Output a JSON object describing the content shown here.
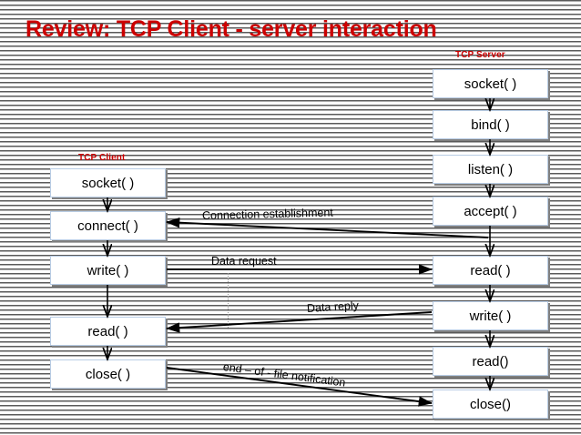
{
  "slide": {
    "title": "Review: TCP Client - server interaction",
    "title_color": "#CC0000",
    "background": "striped-horizontal-lines"
  },
  "columns": {
    "client": {
      "label": "TCP Client",
      "label_color": "#CC0000",
      "steps": [
        {
          "name": "socket",
          "text": "socket( )"
        },
        {
          "name": "connect",
          "text": "connect( )"
        },
        {
          "name": "write",
          "text": "write( )"
        },
        {
          "name": "read",
          "text": "read( )"
        },
        {
          "name": "close",
          "text": "close( )"
        }
      ]
    },
    "server": {
      "label": "TCP Server",
      "label_color": "#CC0000",
      "steps": [
        {
          "name": "socket",
          "text": "socket( )"
        },
        {
          "name": "bind",
          "text": "bind( )"
        },
        {
          "name": "listen",
          "text": "listen( )"
        },
        {
          "name": "accept",
          "text": "accept( )"
        },
        {
          "name": "read",
          "text": "read( )"
        },
        {
          "name": "write",
          "text": "write( )"
        },
        {
          "name": "read2",
          "text": "read()"
        },
        {
          "name": "close",
          "text": "close()"
        }
      ]
    }
  },
  "messages": [
    {
      "name": "connection-establishment",
      "text": "Connection establishment",
      "direction": "server-to-client"
    },
    {
      "name": "data-request",
      "text": "Data request",
      "direction": "client-to-server"
    },
    {
      "name": "data-reply",
      "text": "Data reply",
      "direction": "server-to-client"
    },
    {
      "name": "eof-notification",
      "text": "end –  of - file notification",
      "direction": "client-to-server"
    }
  ]
}
